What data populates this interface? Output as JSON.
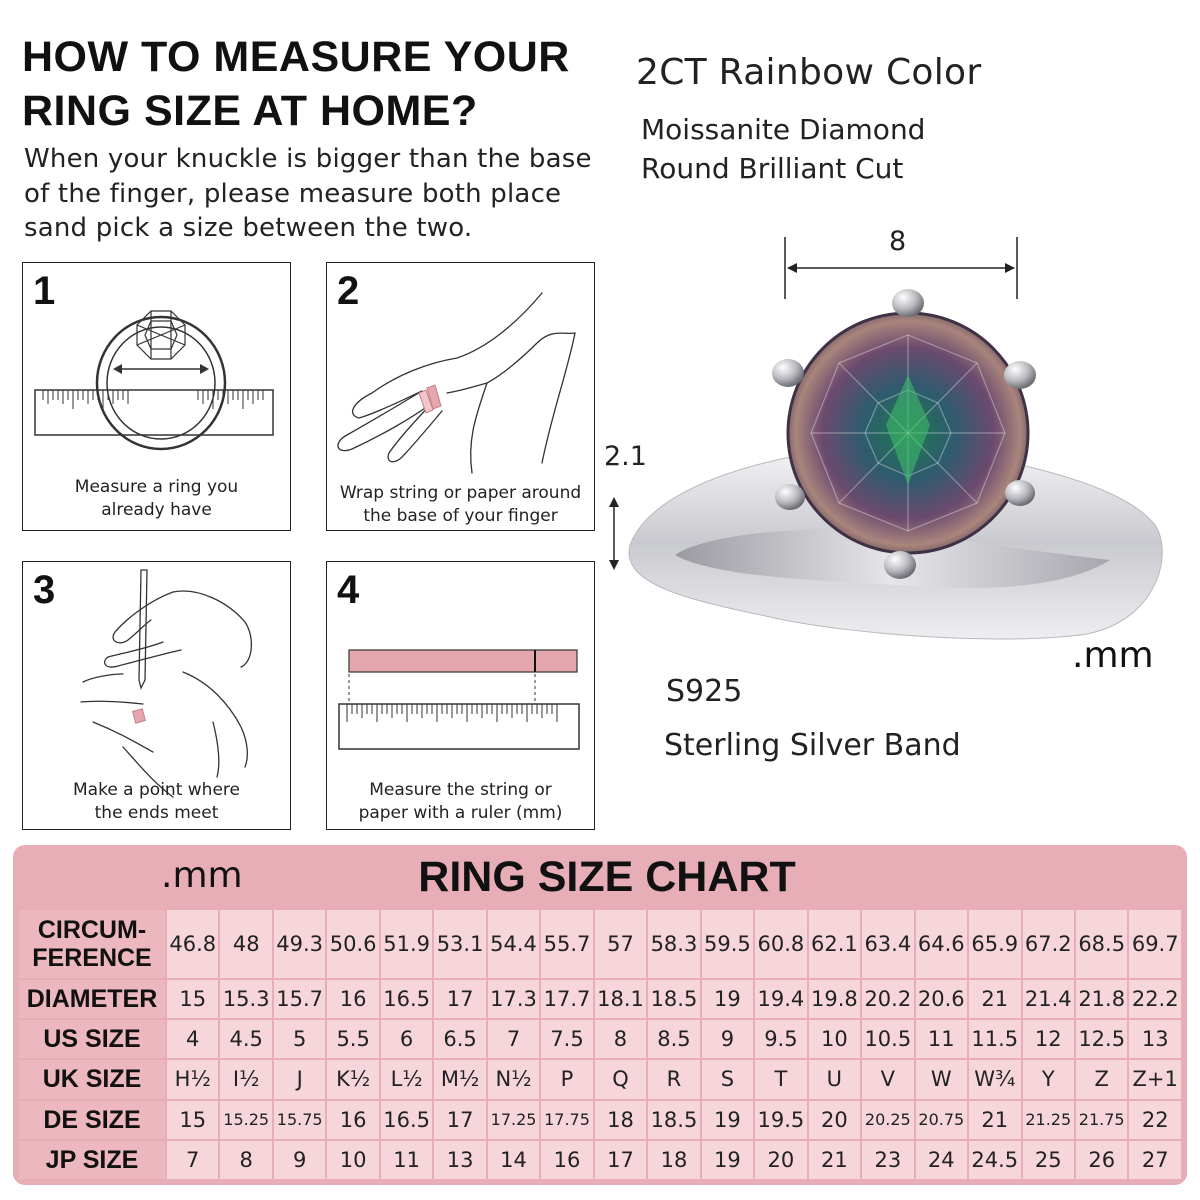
{
  "guide": {
    "title": "HOW TO MEASURE YOUR RING SIZE AT HOME?",
    "intro": "When your knuckle is bigger than the base of the finger, please measure both place sand pick a size between the two.",
    "steps": [
      {
        "number": "1",
        "caption": "Measure a ring you\nalready have"
      },
      {
        "number": "2",
        "caption": "Wrap string or paper around\nthe base of your finger"
      },
      {
        "number": "3",
        "caption": "Make a point where\nthe ends meet"
      },
      {
        "number": "4",
        "caption": "Measure the string or\npaper with a ruler (mm)"
      }
    ]
  },
  "product": {
    "title": "2CT Rainbow Color",
    "subtitle": "Moissanite Diamond\nRound Brilliant Cut",
    "width_label": "8",
    "height_label": "2.1",
    "unit": ".mm",
    "metal": "S925",
    "band": "Sterling Silver Band"
  },
  "size_chart": {
    "unit": ".mm",
    "title": "RING SIZE CHART",
    "accent_color": "#e8aeb7",
    "header_color": "#ecb7bf",
    "cell_color": "#f6d6da",
    "rows": [
      {
        "label": "CIRCUM-\nFERENCE",
        "values": [
          "46.8",
          "48",
          "49.3",
          "50.6",
          "51.9",
          "53.1",
          "54.4",
          "55.7",
          "57",
          "58.3",
          "59.5",
          "60.8",
          "62.1",
          "63.4",
          "64.6",
          "65.9",
          "67.2",
          "68.5",
          "69.7"
        ]
      },
      {
        "label": "DIAMETER",
        "values": [
          "15",
          "15.3",
          "15.7",
          "16",
          "16.5",
          "17",
          "17.3",
          "17.7",
          "18.1",
          "18.5",
          "19",
          "19.4",
          "19.8",
          "20.2",
          "20.6",
          "21",
          "21.4",
          "21.8",
          "22.2"
        ]
      },
      {
        "label": "US SIZE",
        "values": [
          "4",
          "4.5",
          "5",
          "5.5",
          "6",
          "6.5",
          "7",
          "7.5",
          "8",
          "8.5",
          "9",
          "9.5",
          "10",
          "10.5",
          "11",
          "11.5",
          "12",
          "12.5",
          "13"
        ]
      },
      {
        "label": "UK SIZE",
        "values": [
          "H½",
          "I½",
          "J",
          "K½",
          "L½",
          "M½",
          "N½",
          "P",
          "Q",
          "R",
          "S",
          "T",
          "U",
          "V",
          "W",
          "W¾",
          "Y",
          "Z",
          "Z+1"
        ]
      },
      {
        "label": "DE SIZE",
        "values": [
          "15",
          "15.25",
          "15.75",
          "16",
          "16.5",
          "17",
          "17.25",
          "17.75",
          "18",
          "18.5",
          "19",
          "19.5",
          "20",
          "20.25",
          "20.75",
          "21",
          "21.25",
          "21.75",
          "22"
        ]
      },
      {
        "label": "JP SIZE",
        "values": [
          "7",
          "8",
          "9",
          "10",
          "11",
          "13",
          "14",
          "16",
          "17",
          "18",
          "19",
          "20",
          "21",
          "23",
          "24",
          "24.5",
          "25",
          "26",
          "27"
        ]
      }
    ]
  }
}
